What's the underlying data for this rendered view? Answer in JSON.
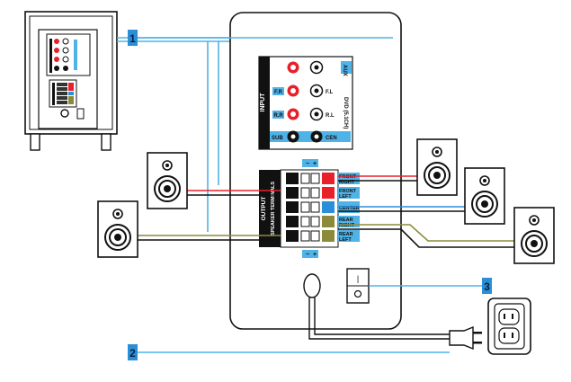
{
  "callouts": [
    {
      "label": "1"
    },
    {
      "label": "2"
    },
    {
      "label": "3"
    }
  ],
  "input_panel": {
    "title": "INPUT",
    "aux_label": "AUX",
    "dvd_label": "DVD (5.1CH)",
    "jacks": [
      {
        "left": "F.R",
        "right": "F.L"
      },
      {
        "left": "R.R",
        "right": "R.L"
      },
      {
        "left": "SUB",
        "right": "CEN"
      }
    ]
  },
  "output_panel": {
    "title": "OUTPUT",
    "subtitle": "SPEAKER TERMINALS",
    "minus": "−",
    "plus": "+",
    "terminals": [
      {
        "label_line1": "FRONT",
        "label_line2": "RIGHT",
        "color": "#e8202a"
      },
      {
        "label_line1": "FRONT",
        "label_line2": "LEFT",
        "color": "#e8202a"
      },
      {
        "label_line1": "CENTER",
        "label_line2": "",
        "color": "#2a8fd6"
      },
      {
        "label_line1": "REAR",
        "label_line2": "RIGHT",
        "color": "#8c8a3a"
      },
      {
        "label_line1": "REAR",
        "label_line2": "LEFT",
        "color": "#8c8a3a"
      }
    ]
  },
  "power_switch": {
    "on": "|",
    "off": "O"
  },
  "colors": {
    "cable_blue": "#4fb3e8",
    "red": "#e8202a",
    "olive": "#8c8a3a",
    "center_blue": "#2a8fd6",
    "callout_bg": "#2a8fd6"
  }
}
